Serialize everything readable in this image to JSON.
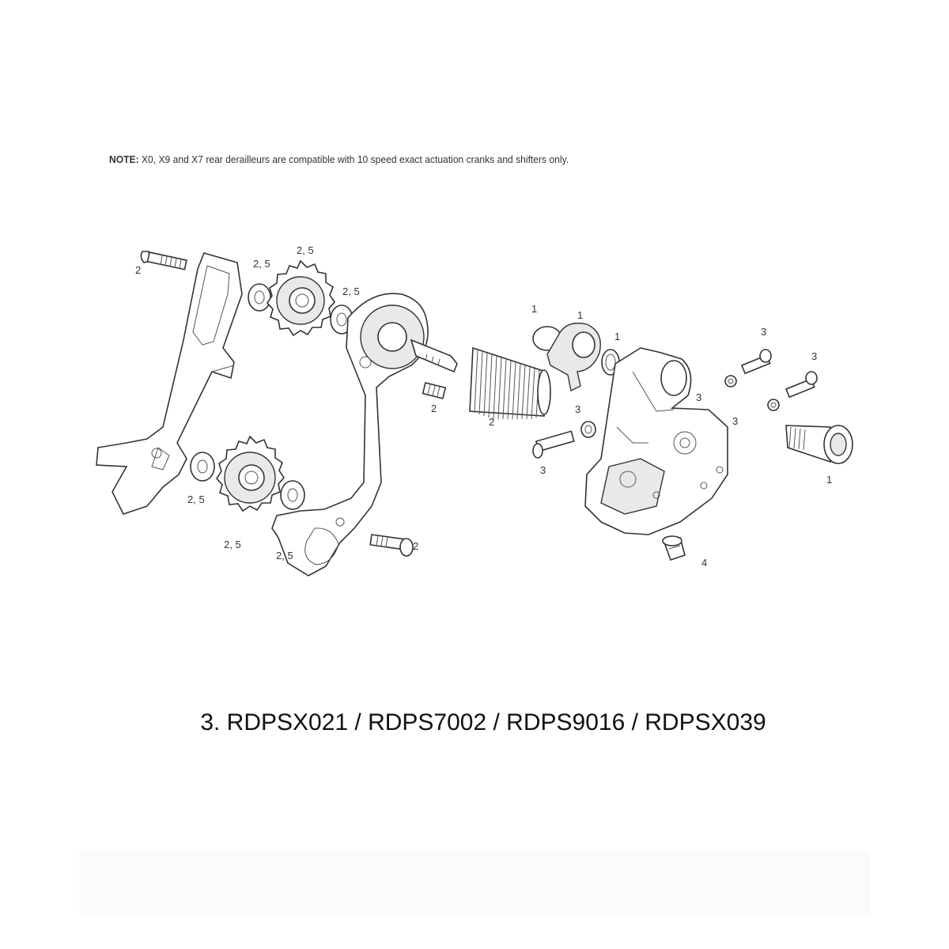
{
  "note": {
    "label": "NOTE:",
    "text": "X0, X9 and X7 rear derailleurs are compatible with 10 speed exact actuation cranks and shifters only."
  },
  "callouts": {
    "c1": "2",
    "c2": "2, 5",
    "c3": "2, 5",
    "c4": "2, 5",
    "c5": "1",
    "c6": "1",
    "c7": "1",
    "c8": "3",
    "c9": "3",
    "c10": "2",
    "c11": "2",
    "c12": "3",
    "c13": "3",
    "c14": "3",
    "c15": "3",
    "c16": "1",
    "c17": "2, 5",
    "c18": "2, 5",
    "c19": "2, 5",
    "c20": "2",
    "c21": "4"
  },
  "caption": "3. RDPSX021 / RDPS7002 / RDPS9016 / RDPSX039"
}
